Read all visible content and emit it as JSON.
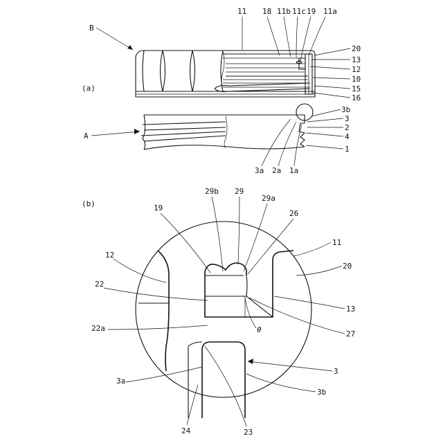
{
  "panel_a": "(a)",
  "panel_b": "(b)",
  "labels_a": {
    "B": "B",
    "A": "A",
    "l11": "11",
    "l18": "18",
    "l11b": "11b",
    "l11c": "11c",
    "l19": "19",
    "l11a": "11a",
    "l20": "20",
    "l13": "13",
    "l12": "12",
    "l10": "10",
    "l15": "15",
    "l16": "16",
    "l3b": "3b",
    "l3": "3",
    "l2": "2",
    "l4": "4",
    "l1": "1",
    "l3a": "3a",
    "l2a": "2a",
    "l1a": "1a"
  },
  "labels_b": {
    "l29b": "29b",
    "l29": "29",
    "l29a": "29a",
    "l19": "19",
    "l26": "26",
    "l11": "11",
    "l12": "12",
    "l20": "20",
    "l22": "22",
    "l13": "13",
    "l22a": "22a",
    "theta": "θ",
    "l27": "27",
    "l3": "3",
    "l3a": "3a",
    "l3b": "3b",
    "l24": "24",
    "l23": "23"
  }
}
